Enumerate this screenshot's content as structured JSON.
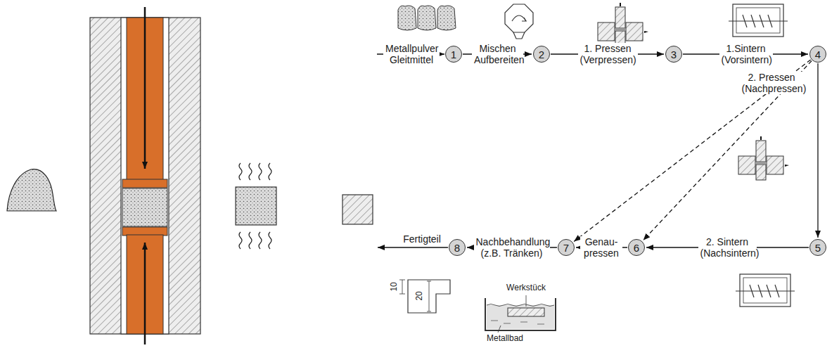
{
  "diagram": {
    "nodes": [
      {
        "text": [
          "1"
        ]
      },
      {
        "text": [
          "2"
        ]
      },
      {
        "text": [
          "3"
        ]
      },
      {
        "text": [
          "4"
        ]
      },
      {
        "text": [
          "5"
        ]
      },
      {
        "text": [
          "6"
        ]
      },
      {
        "text": [
          "7"
        ]
      },
      {
        "text": [
          "8"
        ]
      }
    ],
    "edges": [
      {
        "from": 0,
        "to": 1,
        "arrow": "to",
        "label": "Mischen Aufbereiten"
      },
      {
        "from": 1,
        "to": 2,
        "arrow": "to",
        "label": "1. Pressen (Verpressen)"
      },
      {
        "from": 2,
        "to": 3,
        "arrow": "to",
        "label": "1.Sintern (Vorsintern)"
      },
      {
        "from": 3,
        "to": 4,
        "arrow": "to"
      },
      {
        "from": 3,
        "to": 6,
        "arrow": "to",
        "label": "2. Pressen (Nachpressen)"
      },
      {
        "from": 3,
        "to": 5,
        "arrow": "to"
      },
      {
        "from": 4,
        "to": 5,
        "arrow": "to",
        "label": "2. Sintern (Nachsintern)"
      },
      {
        "from": 5,
        "to": 6,
        "arrow": "to",
        "label": "Genau- pressen"
      },
      {
        "from": 6,
        "to": 7,
        "arrow": "to",
        "label": "Nachbehandlung (z.B. Tränken)"
      }
    ],
    "labels": [
      "Metallpulver Gleitmittel",
      "Fertigteil",
      "10",
      "20",
      "Werkstück",
      "Metallbad"
    ]
  }
}
